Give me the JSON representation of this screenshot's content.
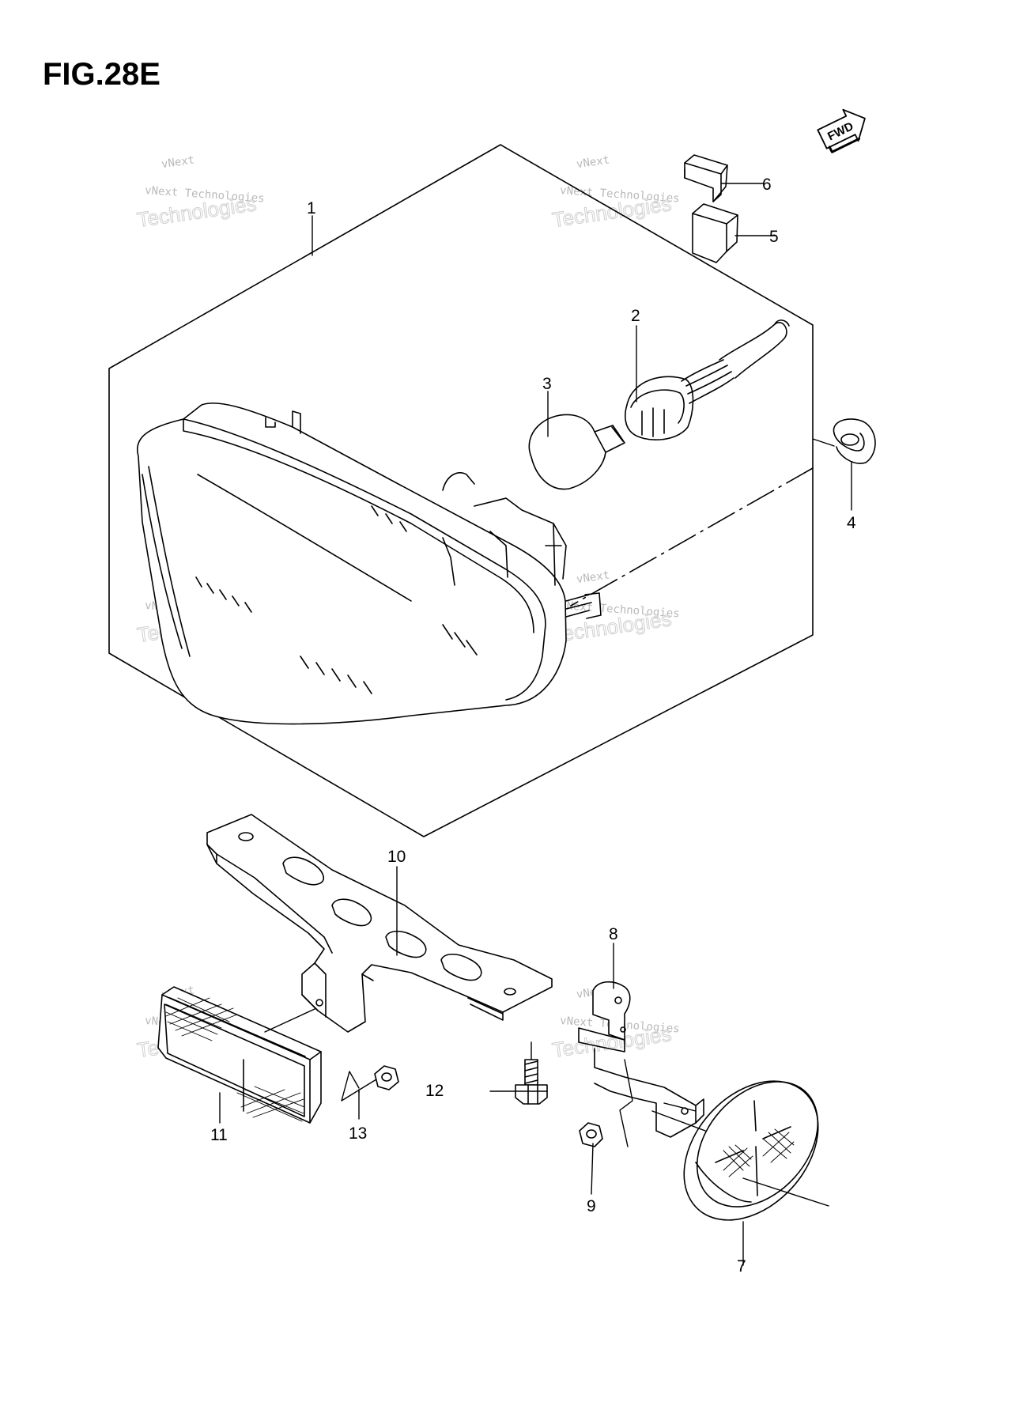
{
  "figure": {
    "title": "FIG.28E"
  },
  "direction_badge": {
    "label": "FWD"
  },
  "watermark": {
    "line_small_top": "vNext",
    "line_small": "vNext Technologies",
    "line_big": "Technologies"
  },
  "callouts": [
    {
      "id": "c1",
      "label": "1"
    },
    {
      "id": "c2",
      "label": "2"
    },
    {
      "id": "c3",
      "label": "3"
    },
    {
      "id": "c4",
      "label": "4"
    },
    {
      "id": "c5",
      "label": "5"
    },
    {
      "id": "c6",
      "label": "6"
    },
    {
      "id": "c7",
      "label": "7"
    },
    {
      "id": "c8",
      "label": "8"
    },
    {
      "id": "c9",
      "label": "9"
    },
    {
      "id": "c10",
      "label": "10"
    },
    {
      "id": "c11",
      "label": "11"
    },
    {
      "id": "c12",
      "label": "12"
    },
    {
      "id": "c13",
      "label": "13"
    }
  ]
}
